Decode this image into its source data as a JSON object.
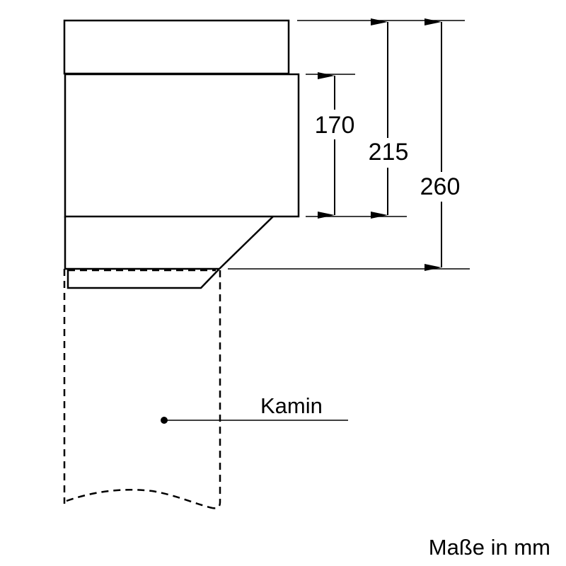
{
  "dimensions": {
    "d170": "170",
    "d215": "215",
    "d260": "260"
  },
  "label_kamin": "Kamin",
  "units_note": "Maße in mm",
  "colors": {
    "line": "#000000",
    "background": "#ffffff"
  }
}
